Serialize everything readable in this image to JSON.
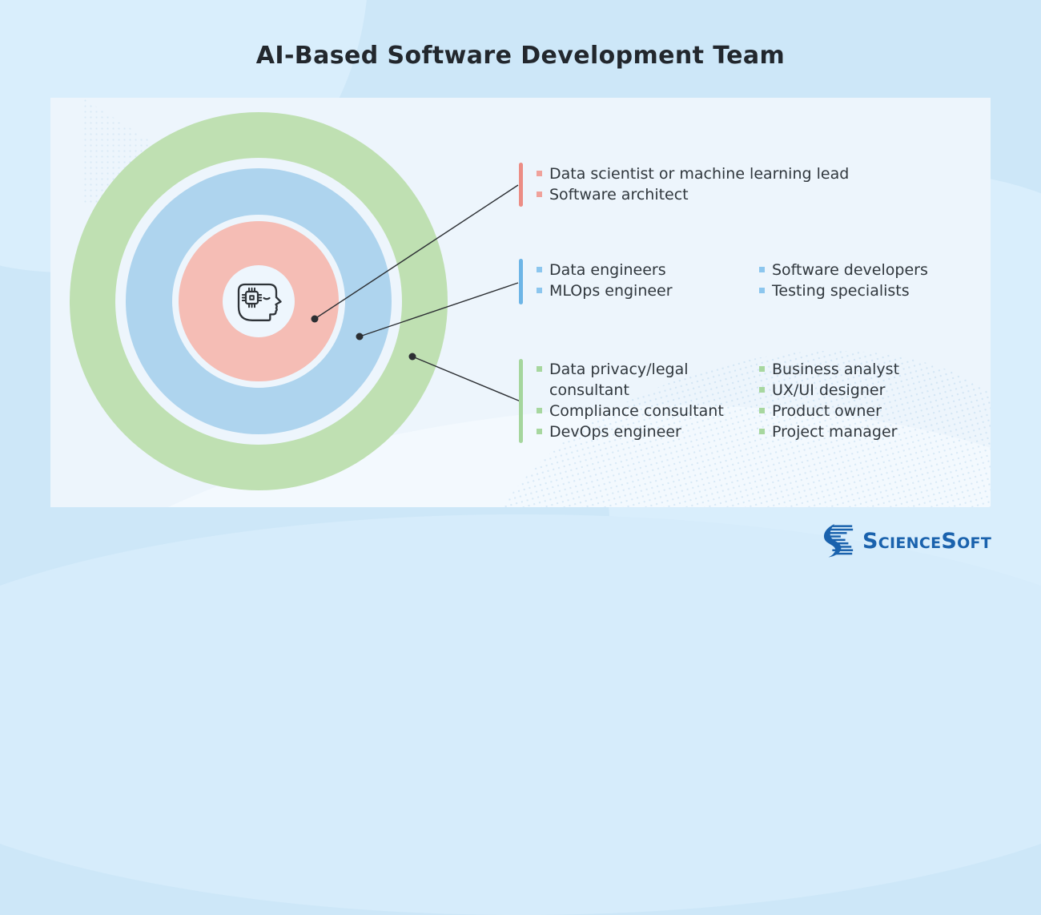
{
  "title": "AI-Based Software Development Team",
  "colors": {
    "background": "#cde7f8",
    "panel": "#edf5fc",
    "outer_ring_green": "#bfe0b2",
    "middle_ring_blue": "#aed4ee",
    "inner_circle_pink": "#f5bdb5",
    "accent_red": "#ec8d85",
    "accent_blue": "#6db5e6",
    "accent_green": "#a5d69d",
    "connector_line": "#2c2f33",
    "text": "#30373d",
    "logo_blue": "#1a62ad"
  },
  "icons": {
    "center": "ai-head-icon",
    "logo": "sciencesoft-logo-icon"
  },
  "role_groups": [
    {
      "ring": "inner-pink-circle",
      "accent_color": "#ec8d85",
      "bullet_color": "#f0a29b",
      "columns": [
        [
          "Data scientist or machine learning lead",
          "Software architect"
        ]
      ]
    },
    {
      "ring": "middle-blue-ring",
      "accent_color": "#6db5e6",
      "bullet_color": "#8cc6ee",
      "columns": [
        [
          "Data engineers",
          "MLOps engineer"
        ],
        [
          "Software developers",
          "Testing specialists"
        ]
      ]
    },
    {
      "ring": "outer-green-ring",
      "accent_color": "#a5d69d",
      "bullet_color": "#a7d79f",
      "columns": [
        [
          "Data privacy/legal\nconsultant",
          "Compliance consultant",
          "DevOps engineer"
        ],
        [
          "Business analyst",
          "UX/UI designer",
          "Product owner",
          "Project manager"
        ]
      ]
    }
  ],
  "logo": {
    "text": "ScienceSoft"
  }
}
